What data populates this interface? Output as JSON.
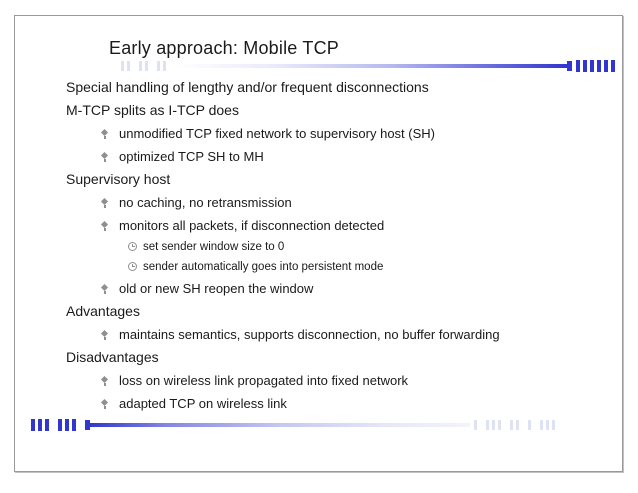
{
  "slide": {
    "title": "Early approach: Mobile TCP",
    "bullets": [
      {
        "level": 1,
        "text": "Special handling of lengthy and/or frequent disconnections"
      },
      {
        "level": 1,
        "text": "M-TCP splits as I-TCP does"
      },
      {
        "level": 2,
        "text": "unmodified TCP fixed network to supervisory host (SH)"
      },
      {
        "level": 2,
        "text": "optimized TCP SH to MH"
      },
      {
        "level": 1,
        "text": "Supervisory host"
      },
      {
        "level": 2,
        "text": "no caching, no retransmission"
      },
      {
        "level": 2,
        "text": "monitors all packets, if disconnection detected"
      },
      {
        "level": 3,
        "text": "set sender window size to 0"
      },
      {
        "level": 3,
        "text": "sender automatically goes into persistent mode"
      },
      {
        "level": 2,
        "text": "old or new SH reopen the window"
      },
      {
        "level": 1,
        "text": "Advantages"
      },
      {
        "level": 2,
        "text": "maintains semantics, supports disconnection, no buffer forwarding"
      },
      {
        "level": 1,
        "text": "Disadvantages"
      },
      {
        "level": 2,
        "text": "loss on wireless link propagated into fixed network"
      },
      {
        "level": 2,
        "text": "adapted TCP on wireless link"
      }
    ]
  },
  "colors": {
    "accent": "#3136cf",
    "accent_faint": "#dfe2f4",
    "border": "#999999",
    "text": "#1a1a1a",
    "marker": "#8f8f8f"
  },
  "decor": {
    "top_lead_clusters": [
      2,
      2,
      2
    ],
    "top_trail_clusters": [
      6
    ],
    "bottom_lead_clusters": [
      3,
      3
    ],
    "bottom_trail_clusters": [
      1,
      3,
      2,
      1,
      3
    ]
  }
}
